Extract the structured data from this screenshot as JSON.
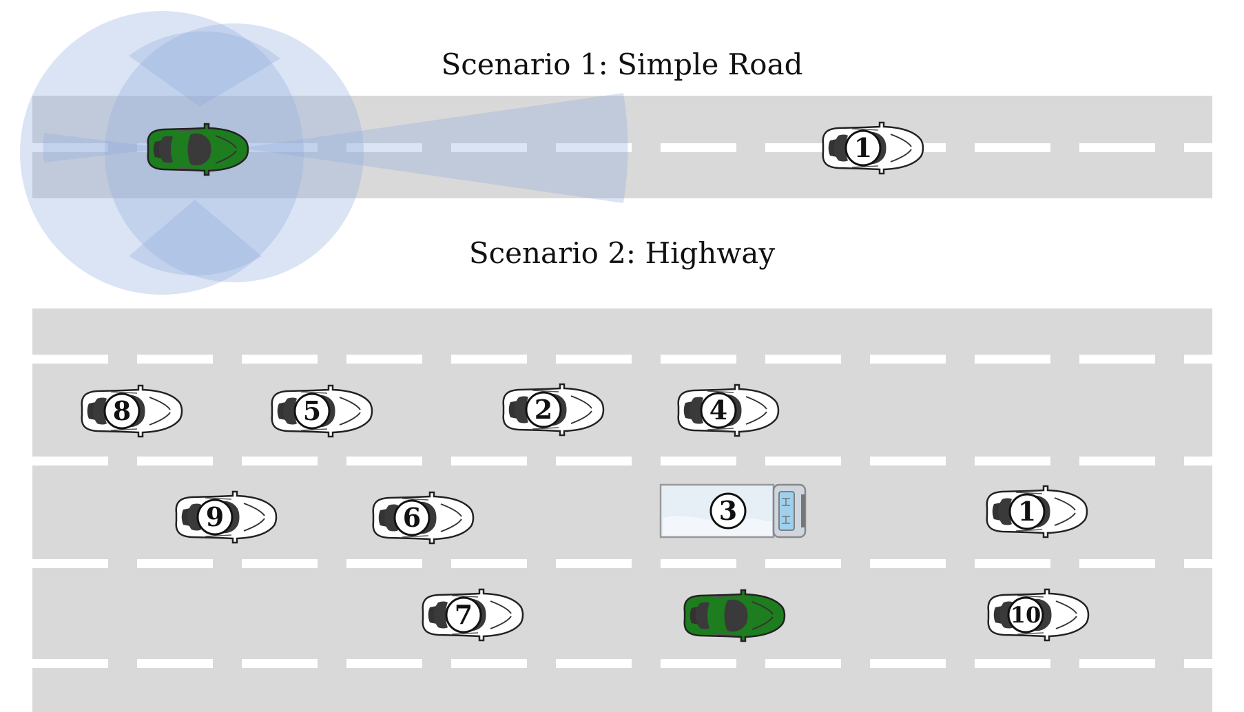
{
  "titles": {
    "scenario1": "Scenario 1: Simple Road",
    "scenario2": "Scenario 2: Highway"
  },
  "colors": {
    "road": "#d9d9d9",
    "lane_marking": "#ffffff",
    "sensor_fill": "#8faadc",
    "ego_car": "#1e7d1e",
    "other_car": "#ffffff",
    "truck_cargo": "#e6eef6",
    "truck_cab_window": "#9fd0ee"
  },
  "scenario1": {
    "vehicles": [
      {
        "label": "1",
        "type": "car"
      }
    ]
  },
  "scenario2": {
    "vehicles": [
      {
        "label": "8",
        "type": "car"
      },
      {
        "label": "5",
        "type": "car"
      },
      {
        "label": "2",
        "type": "car"
      },
      {
        "label": "4",
        "type": "car"
      },
      {
        "label": "9",
        "type": "car"
      },
      {
        "label": "6",
        "type": "car"
      },
      {
        "label": "3",
        "type": "truck"
      },
      {
        "label": "1",
        "type": "car"
      },
      {
        "label": "7",
        "type": "car"
      },
      {
        "label": "10",
        "type": "car"
      }
    ]
  }
}
